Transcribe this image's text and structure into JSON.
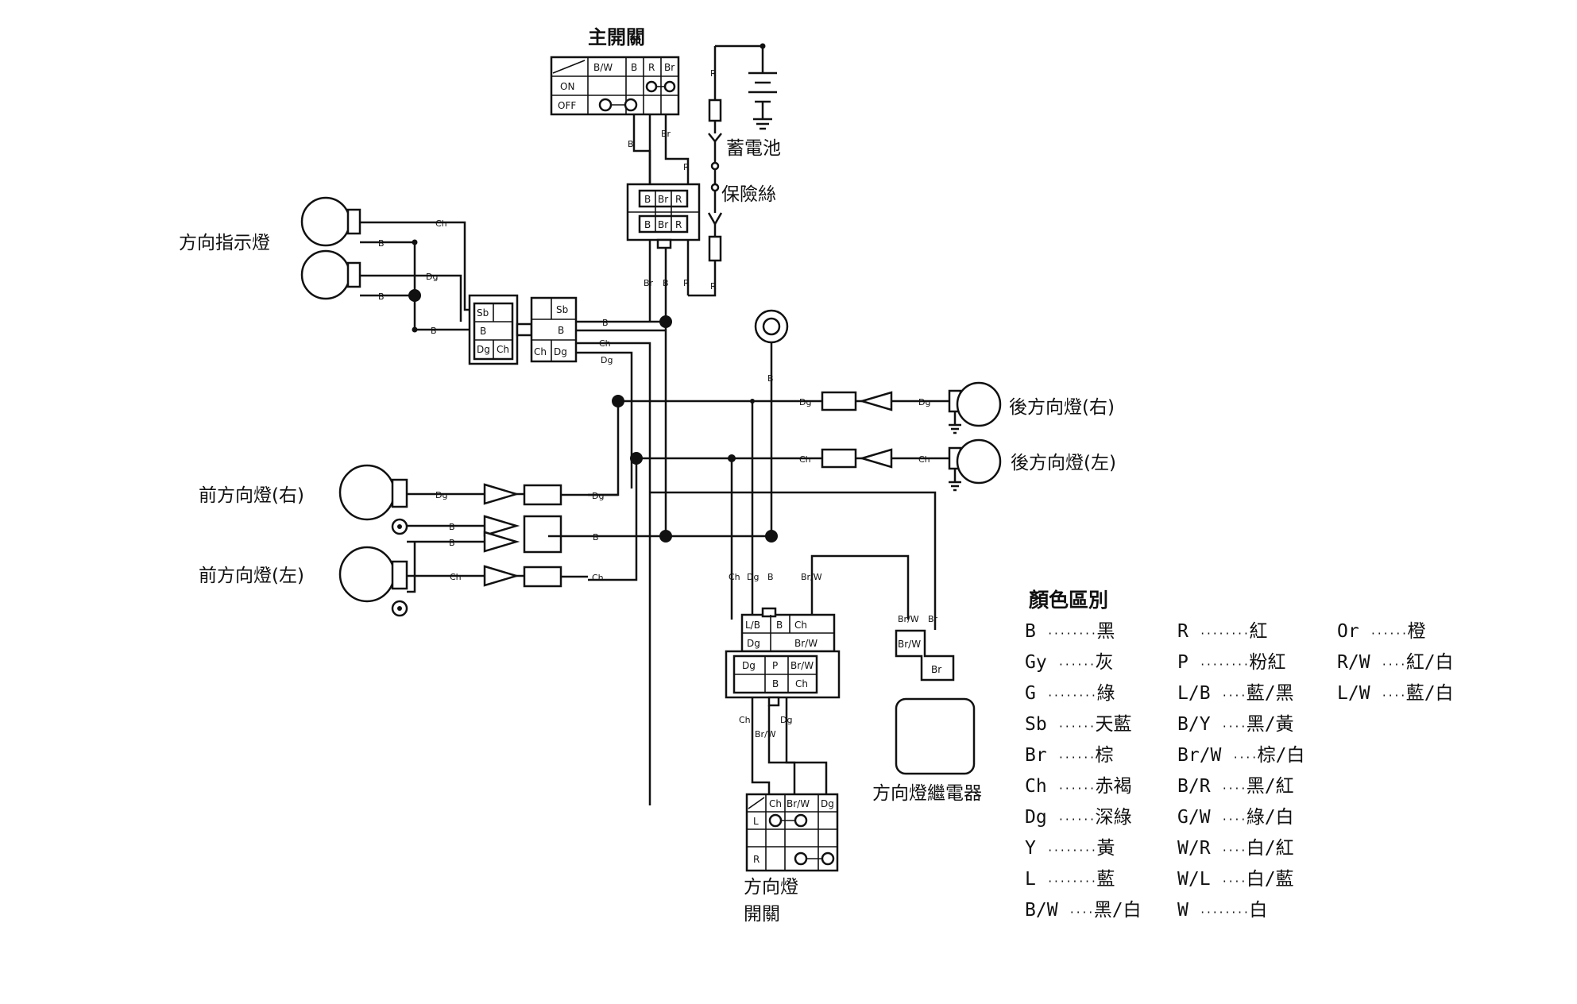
{
  "components": {
    "main_switch": {
      "title": "主開關",
      "header": [
        "B/W",
        "B",
        "R",
        "Br"
      ],
      "rows": [
        "ON",
        "OFF"
      ]
    },
    "battery": "蓄電池",
    "fuse": "保險絲",
    "indicator_lamp": "方向指示燈",
    "rear_right": "後方向燈(右)",
    "rear_left": "後方向燈(左)",
    "front_right": "前方向燈(右)",
    "front_left": "前方向燈(左)",
    "relay": "方向燈繼電器",
    "turn_switch": {
      "title_line1": "方向燈",
      "title_line2": "開關",
      "header": [
        "Ch",
        "Br/W",
        "Dg"
      ],
      "rows": [
        "L",
        "R"
      ]
    }
  },
  "connectors": {
    "main_upper": [
      "B",
      "Br",
      "R"
    ],
    "main_lower": [
      "B",
      "Br",
      "R"
    ],
    "ind_left": [
      "Sb",
      "B",
      "Dg",
      "Ch"
    ],
    "ind_right": [
      "Sb",
      "B",
      "Ch",
      "Dg"
    ],
    "sw_top_row1": [
      "L/B",
      "B",
      "Ch"
    ],
    "sw_top_row2": [
      "Dg",
      "Br/W"
    ],
    "sw_bot_row1": [
      "Dg",
      "P",
      "Br/W"
    ],
    "sw_bot_row2": [
      "B",
      "Ch"
    ],
    "relay_a": "Br/W",
    "relay_b": "Br"
  },
  "wire_labels": {
    "B": "B",
    "Br": "Br",
    "R": "R",
    "Ch": "Ch",
    "Dg": "Dg",
    "BrW": "Br/W"
  },
  "legend": {
    "title": "顏色區別",
    "columns": [
      [
        {
          "code": "B",
          "name": "黑"
        },
        {
          "code": "Gy",
          "name": "灰"
        },
        {
          "code": "G",
          "name": "綠"
        },
        {
          "code": "Sb",
          "name": "天藍"
        },
        {
          "code": "Br",
          "name": "棕"
        },
        {
          "code": "Ch",
          "name": "赤褐"
        },
        {
          "code": "Dg",
          "name": "深綠"
        },
        {
          "code": "Y",
          "name": "黃"
        },
        {
          "code": "L",
          "name": "藍"
        },
        {
          "code": "B/W",
          "name": "黑/白"
        }
      ],
      [
        {
          "code": "R",
          "name": "紅"
        },
        {
          "code": "P",
          "name": "粉紅"
        },
        {
          "code": "L/B",
          "name": "藍/黑"
        },
        {
          "code": "B/Y",
          "name": "黑/黃"
        },
        {
          "code": "Br/W",
          "name": "棕/白"
        },
        {
          "code": "B/R",
          "name": "黑/紅"
        },
        {
          "code": "G/W",
          "name": "綠/白"
        },
        {
          "code": "W/R",
          "name": "白/紅"
        },
        {
          "code": "W/L",
          "name": "白/藍"
        },
        {
          "code": "W",
          "name": "白"
        }
      ],
      [
        {
          "code": "Or",
          "name": "橙"
        },
        {
          "code": "R/W",
          "name": "紅/白"
        },
        {
          "code": "L/W",
          "name": "藍/白"
        }
      ]
    ]
  }
}
